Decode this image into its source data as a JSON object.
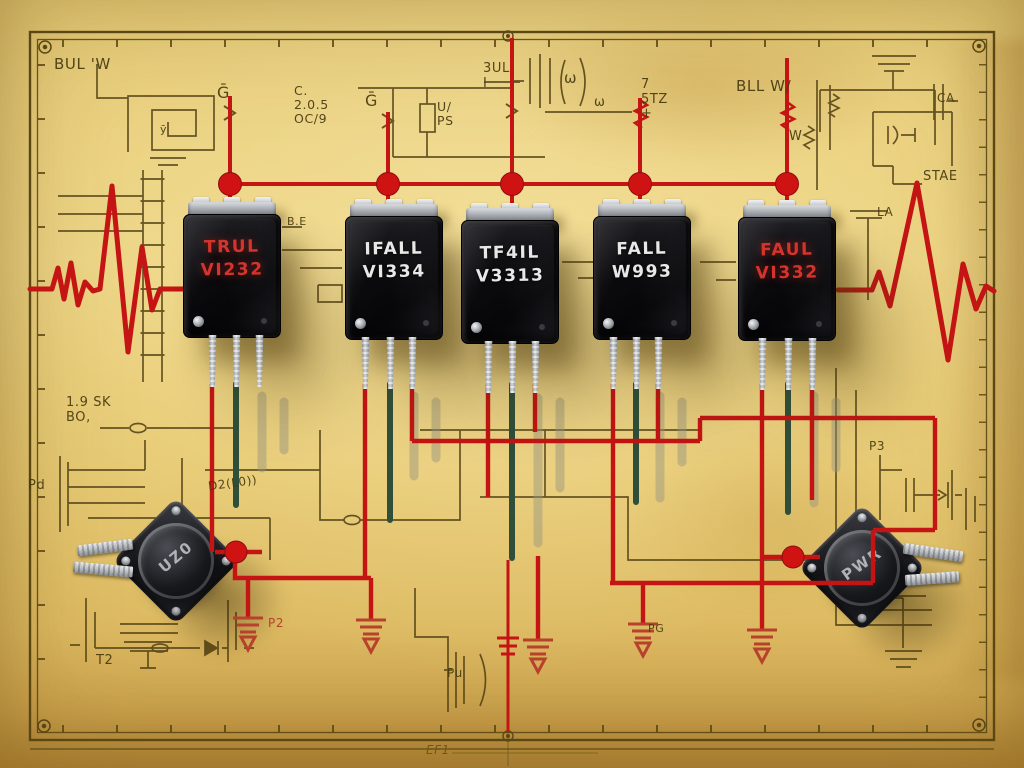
{
  "palette": {
    "paper": "#ecd282",
    "paper_edge": "#c89b45",
    "ink": "#4f3e12",
    "wire_red": "#c41414",
    "dot_red": "#cf1212",
    "ground_red": "#b8412b",
    "lead_green": "#2f4f3b",
    "metal": "#c7cacd",
    "component_body": "#131316",
    "label_white": "#e8e8e6",
    "label_red": "#d5342c"
  },
  "transistors": [
    {
      "line1": "TRUL",
      "line2": "VI232",
      "label_color": "#d5342c"
    },
    {
      "line1": "IFALL",
      "line2": "VI334",
      "label_color": "#e8e8e6"
    },
    {
      "line1": "TF4IL",
      "line2": "V3313",
      "label_color": "#e8e8e6"
    },
    {
      "line1": "FALL",
      "line2": "W993",
      "label_color": "#e8e8e6"
    },
    {
      "line1": "FAUL",
      "line2": "VI332",
      "label_color": "#d5342c"
    }
  ],
  "power_transistors": [
    {
      "label": "UZ0"
    },
    {
      "label": "PWR"
    }
  ],
  "annotations": [
    {
      "text": "BUL 'W"
    },
    {
      "text": "Ḡ"
    },
    {
      "text": "Ḡ"
    },
    {
      "text": "C.\n2.0.5\nOC/9"
    },
    {
      "text": "U/\nPS"
    },
    {
      "text": "3UL\nI"
    },
    {
      "text": "ω"
    },
    {
      "text": "ω"
    },
    {
      "text": "7\n5TZ\n+"
    },
    {
      "text": "BLL W/"
    },
    {
      "text": "W"
    },
    {
      "text": "CA"
    },
    {
      "text": "STAE"
    },
    {
      "text": "LA"
    },
    {
      "text": "B.E"
    },
    {
      "text": "1.9 SK\nBO,"
    },
    {
      "text": "Pd"
    },
    {
      "text": "D2(L0))"
    },
    {
      "text": "P2"
    },
    {
      "text": "T2"
    },
    {
      "text": "Pu"
    },
    {
      "text": "PG"
    },
    {
      "text": "P3"
    },
    {
      "text": "EF1"
    },
    {
      "text": "ȳ"
    }
  ]
}
